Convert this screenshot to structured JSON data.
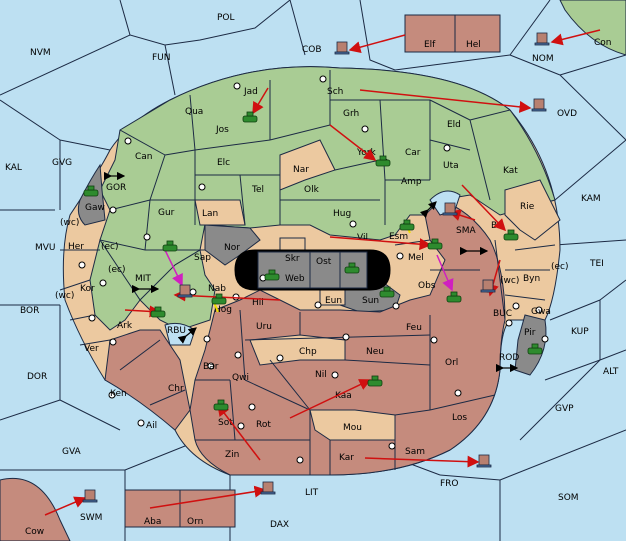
{
  "colors": {
    "sea": "#bde0f2",
    "land_green": "#a9cc94",
    "land_tan": "#ecc9a0",
    "land_rose": "#c58b7d",
    "land_gray": "#8a8a8a",
    "border": "#1c2a44",
    "arrow_red": "#d01010",
    "arrow_magenta": "#d020c0",
    "support_yellow": "#f0e000",
    "tank_green": "#2e8b2e",
    "fleet_rose": "#b88070"
  },
  "territory_labels": [
    "POL",
    "NVM",
    "FUN",
    "COB",
    "Elf",
    "Hel",
    "Con",
    "NOM",
    "OVD",
    "Jad",
    "Sch",
    "Qua",
    "Jos",
    "Grh",
    "Eld",
    "Can",
    "Car",
    "Uta",
    "Kat",
    "Elc",
    "Nar",
    "York",
    "Amp",
    "KAL",
    "GVG",
    "GOR",
    "Tel",
    "Olk",
    "KAM",
    "Gaw",
    "Gur",
    "Lan",
    "Hug",
    "Rie",
    "Bri",
    "SMA",
    "Vil",
    "Esm",
    "(wc)",
    "Her",
    "(ec)",
    "MVU",
    "Nor",
    "Skr",
    "Ost",
    "Mel",
    "Sap",
    "Web",
    "TEI",
    "(ec)",
    "MIT",
    "Kor",
    "(wc)",
    "Byn",
    "(ec)",
    "Nab",
    "Obs",
    "Hil",
    "Eun",
    "Sun",
    "(wc)",
    "BOR",
    "Nog",
    "Gwa",
    "KUP",
    "Ark",
    "RBU",
    "Uru",
    "Feu",
    "BUC",
    "Pir",
    "Ver",
    "Chp",
    "Neu",
    "ROD",
    "DOR",
    "Bar",
    "Qwi",
    "Nil",
    "Orl",
    "ALT",
    "Ken",
    "Chr",
    "Kaa",
    "GVP",
    "Ail",
    "Sot",
    "Rot",
    "Mou",
    "Los",
    "GVA",
    "Zin",
    "Sam",
    "Kar",
    "FRO",
    "SOM",
    "LIT",
    "SWM",
    "Aba",
    "Orn",
    "Cow",
    "DAX"
  ],
  "units": {
    "armies": [
      "Gaw",
      "Sap",
      "Jos",
      "York",
      "Esm",
      "Ark",
      "Mel",
      "Bri",
      "Obs",
      "Web",
      "Kaa",
      "Sot",
      "Pir"
    ],
    "fleets": [
      "COB",
      "NOM",
      "OVD",
      "SMA",
      "Nab",
      "BUC",
      "FRO",
      "LIT",
      "SWM"
    ]
  }
}
